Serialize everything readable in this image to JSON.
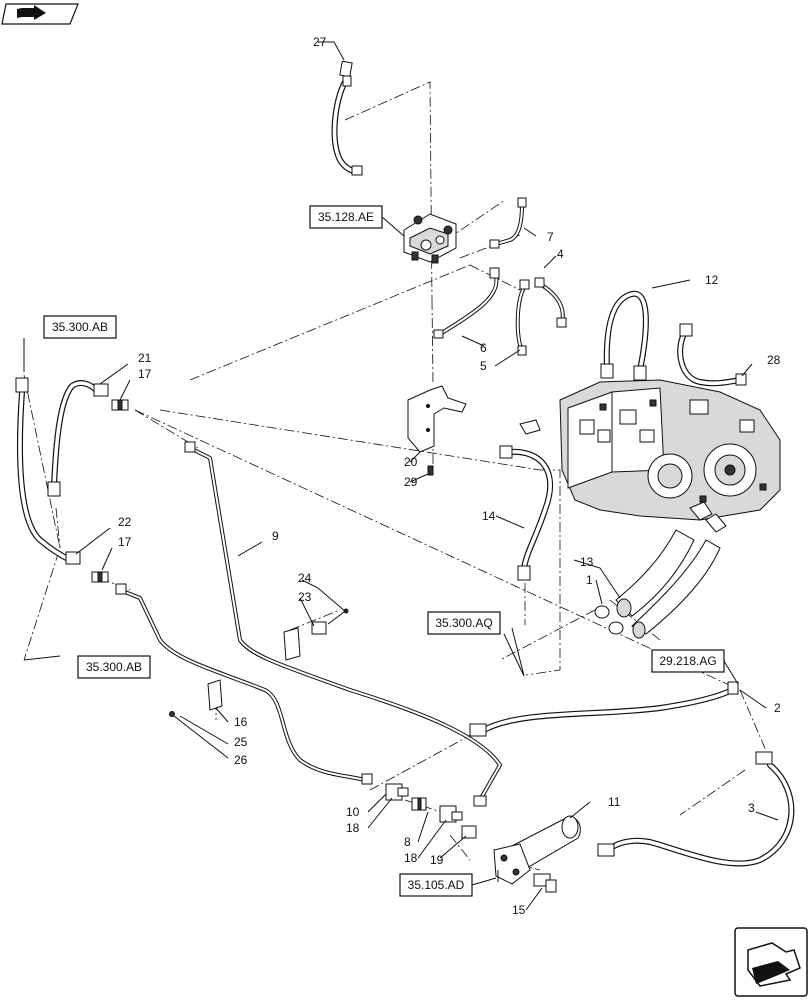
{
  "references": [
    {
      "id": "ref-35-128-ae",
      "label": "35.128.AE"
    },
    {
      "id": "ref-35-300-ab-top",
      "label": "35.300.AB"
    },
    {
      "id": "ref-35-300-ab-bottom",
      "label": "35.300.AB"
    },
    {
      "id": "ref-35-300-aq",
      "label": "35.300.AQ"
    },
    {
      "id": "ref-29-218-ag",
      "label": "29.218.AG"
    },
    {
      "id": "ref-35-105-ad",
      "label": "35.105.AD"
    }
  ],
  "callouts": [
    "27",
    "7",
    "4",
    "12",
    "6",
    "5",
    "28",
    "21",
    "17",
    "22",
    "17",
    "20",
    "29",
    "14",
    "9",
    "24",
    "23",
    "13",
    "1",
    "2",
    "16",
    "25",
    "26",
    "11",
    "3",
    "10",
    "18",
    "8",
    "18",
    "19",
    "15"
  ],
  "icons": {
    "top_left": "book-arrow-icon",
    "bottom_right": "next-page-arrow-icon"
  }
}
